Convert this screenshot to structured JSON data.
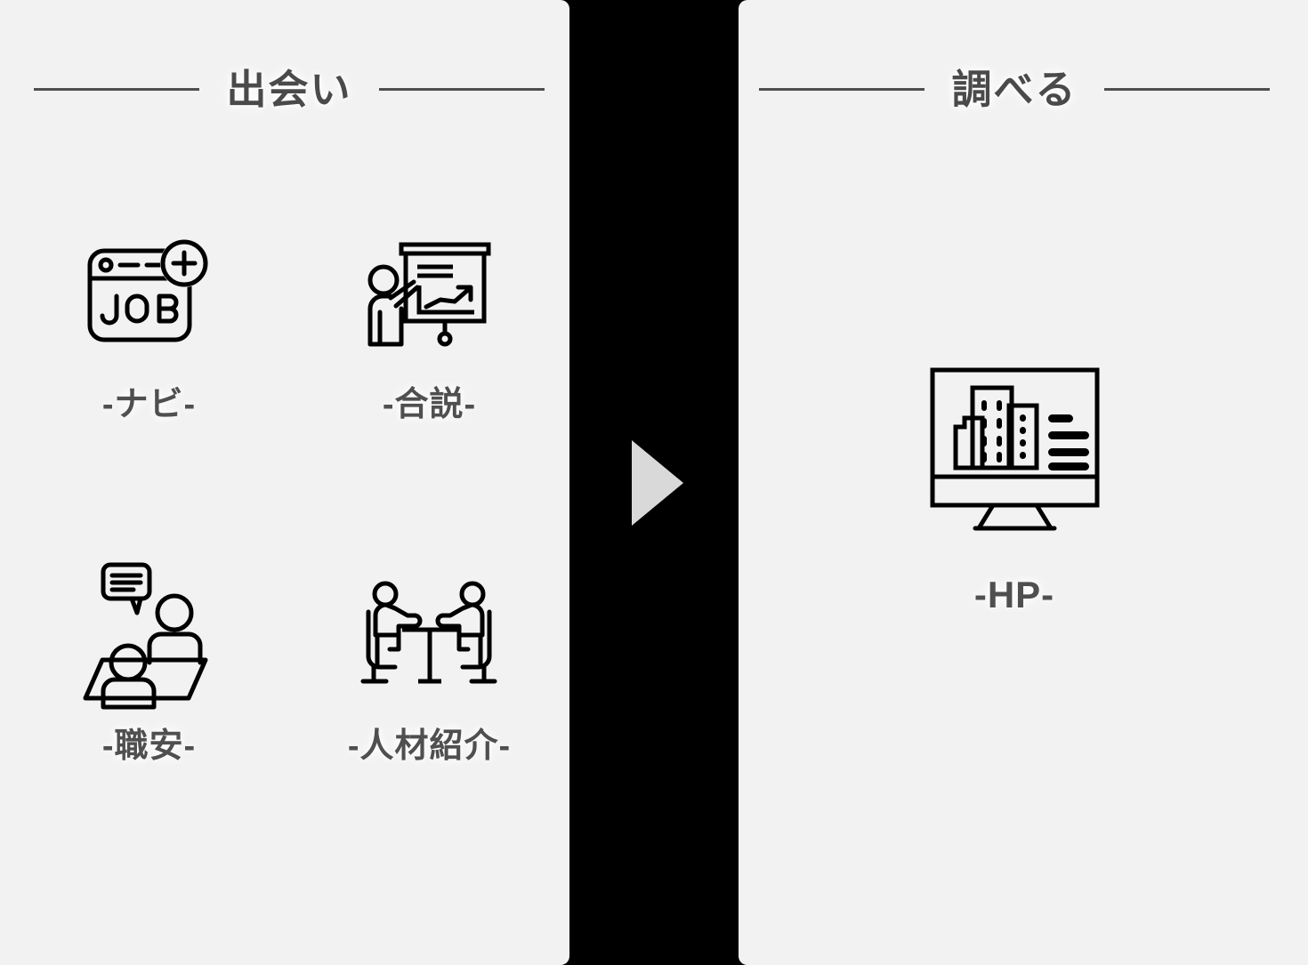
{
  "layout": {
    "background_color": "#000000",
    "panel_color": "#f2f2f2",
    "text_color": "#4a4a4a",
    "icon_color": "#000000",
    "arrow_color": "#d9d9d9"
  },
  "left_panel": {
    "heading": "出会い",
    "items": [
      {
        "label": "-ナビ-",
        "icon": "job-browser-window-icon"
      },
      {
        "label": "-合説-",
        "icon": "presentation-board-person-icon"
      },
      {
        "label": "-職安-",
        "icon": "two-people-desk-speech-bubble-icon"
      },
      {
        "label": "-人材紹介-",
        "icon": "two-people-table-interview-icon"
      }
    ]
  },
  "divider": {
    "arrow": "play-triangle-right-icon"
  },
  "right_panel": {
    "heading": "調べる",
    "items": [
      {
        "label": "-HP-",
        "icon": "desktop-monitor-buildings-icon"
      }
    ]
  }
}
